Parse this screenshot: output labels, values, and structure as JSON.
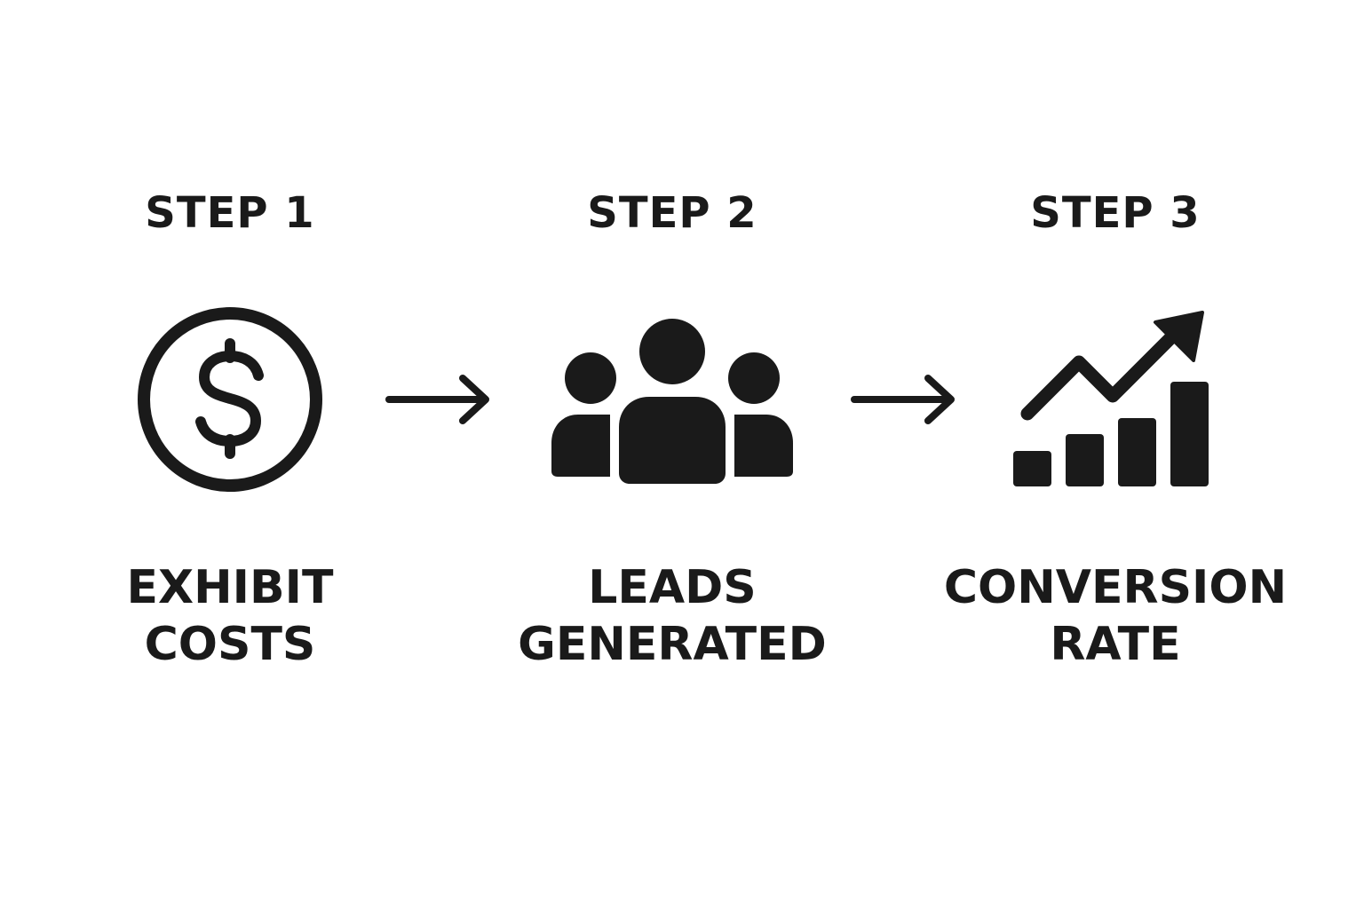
{
  "flow": {
    "color": "#1a1a1a",
    "steps": [
      {
        "title": "STEP 1",
        "icon": "dollar-circle-icon",
        "label_lines": [
          "EXHIBIT",
          "COSTS"
        ]
      },
      {
        "title": "STEP 2",
        "icon": "people-group-icon",
        "label_lines": [
          "LEADS",
          "GENERATED"
        ]
      },
      {
        "title": "STEP 3",
        "icon": "growth-chart-icon",
        "label_lines": [
          "CONVERSION",
          "RATE"
        ]
      }
    ],
    "connectors": [
      {
        "icon": "right-arrow-icon"
      },
      {
        "icon": "right-arrow-icon"
      }
    ]
  }
}
